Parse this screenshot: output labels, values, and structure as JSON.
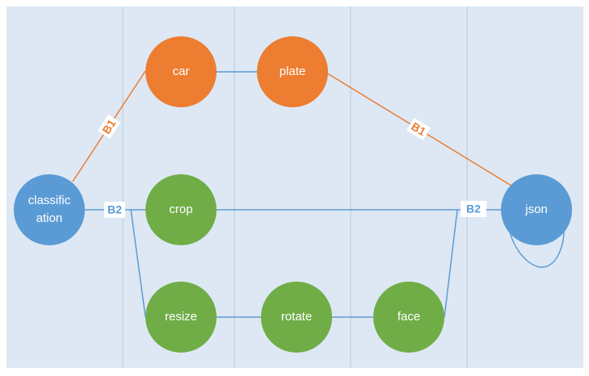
{
  "colors": {
    "background": "#dde8f4",
    "divider": "#b9c7d6",
    "orange": "#ed7d31",
    "green": "#70ad47",
    "blue": "#5b9bd5",
    "edge_blue": "#5b9bd5",
    "edge_orange": "#ed7d31"
  },
  "nodes": {
    "car": "car",
    "plate": "plate",
    "classification_line1": "classific",
    "classification_line2": "ation",
    "crop": "crop",
    "json": "json",
    "resize": "resize",
    "rotate": "rotate",
    "face": "face"
  },
  "edge_labels": {
    "b1_left": "B1",
    "b1_right": "B1",
    "b2_left": "B2",
    "b2_right": "B2"
  }
}
